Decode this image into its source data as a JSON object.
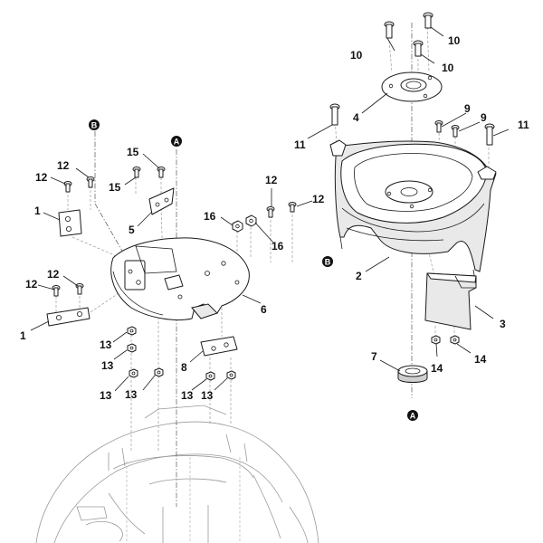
{
  "callouts": {
    "c1": "1",
    "c1b": "1",
    "c2": "2",
    "c3": "3",
    "c4": "4",
    "c5": "5",
    "c6": "6",
    "c7": "7",
    "c8": "8",
    "c9a": "9",
    "c9b": "9",
    "c10a": "10",
    "c10b": "10",
    "c10c": "10",
    "c11a": "11",
    "c11b": "11",
    "c12a": "12",
    "c12b": "12",
    "c12c": "12",
    "c12d": "12",
    "c12e": "12",
    "c12f": "12",
    "c13a": "13",
    "c13b": "13",
    "c13c": "13",
    "c13d": "13",
    "c13e": "13",
    "c13f": "13",
    "c14a": "14",
    "c14b": "14",
    "c15a": "15",
    "c15b": "15",
    "c16a": "16",
    "c16b": "16"
  },
  "references": {
    "A_top": "A",
    "A_bottom": "A",
    "B_left": "B",
    "B_right": "B"
  }
}
